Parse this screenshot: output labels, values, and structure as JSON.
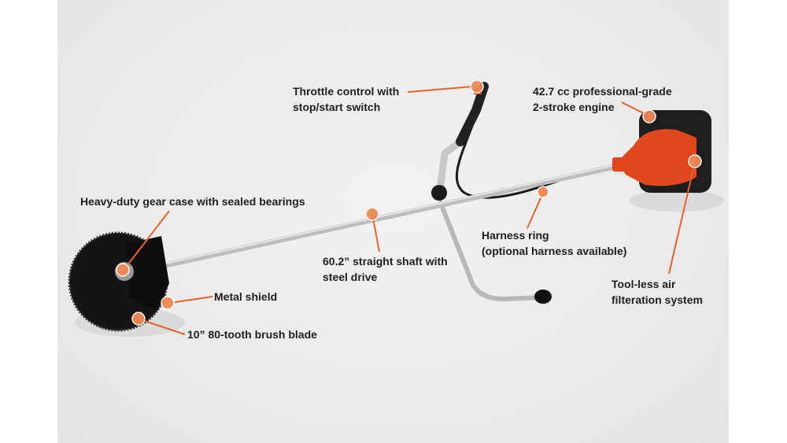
{
  "callouts": {
    "throttle": [
      "Throttle control with",
      "stop/start switch"
    ],
    "engine": [
      "42.7 cc professional-grade",
      "2-stroke engine"
    ],
    "gear_case": [
      "Heavy-duty gear case with sealed bearings"
    ],
    "shaft": [
      "60.2” straight shaft with",
      "steel drive"
    ],
    "harness": [
      "Harness ring",
      "(optional harness available)"
    ],
    "air_filter": [
      "Tool-less air",
      "filteration system"
    ],
    "shield": [
      "Metal shield"
    ],
    "blade": [
      "10” 80-tooth brush blade"
    ]
  },
  "colors": {
    "accent": "#e8602c",
    "engine": "#e2461c",
    "background": "#ebebeb"
  }
}
